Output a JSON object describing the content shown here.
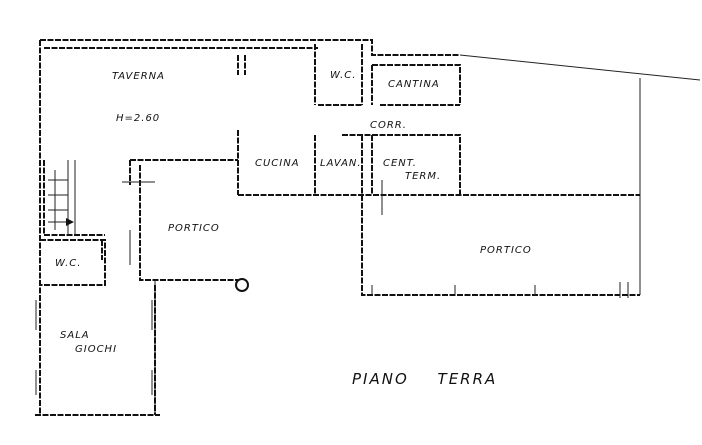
{
  "plan": {
    "title": "PIANO TERRA",
    "rooms": {
      "taverna": "TAVERNA",
      "height": "H=2.60",
      "wc_upper": "W.C.",
      "cantina": "CANTINA",
      "corridor": "CORR.",
      "cucina": "CUCINA",
      "lavanderia": "LAVAN.",
      "centrale_line1": "CENT.",
      "centrale_line2": "TERM.",
      "portico_left": "PORTICO",
      "portico_right": "PORTICO",
      "wc_lower": "W.C.",
      "sala_line1": "SALA",
      "sala_line2": "GIOCHI"
    }
  }
}
